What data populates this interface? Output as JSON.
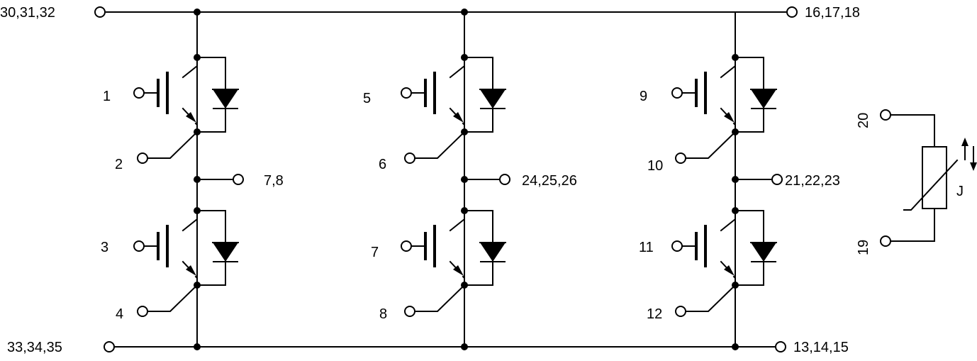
{
  "diagram": {
    "rails": {
      "top_left_label": "30,31,32",
      "top_right_label": "16,17,18",
      "bottom_left_label": "33,34,35",
      "bottom_right_label": "13,14,15"
    },
    "legs": [
      {
        "output_label": "7,8",
        "upper": {
          "gate_label": "1",
          "emitter_label": "2"
        },
        "lower": {
          "gate_label": "3",
          "emitter_label": "4"
        }
      },
      {
        "output_label": "24,25,26",
        "upper": {
          "gate_label": "5",
          "emitter_label": "6"
        },
        "lower": {
          "gate_label": "7",
          "emitter_label": "8"
        }
      },
      {
        "output_label": "21,22,23",
        "upper": {
          "gate_label": "9",
          "emitter_label": "10"
        },
        "lower": {
          "gate_label": "11",
          "emitter_label": "12"
        }
      }
    ],
    "thermistor": {
      "top_label": "20",
      "bottom_label": "19",
      "symbol_label": "J"
    }
  }
}
